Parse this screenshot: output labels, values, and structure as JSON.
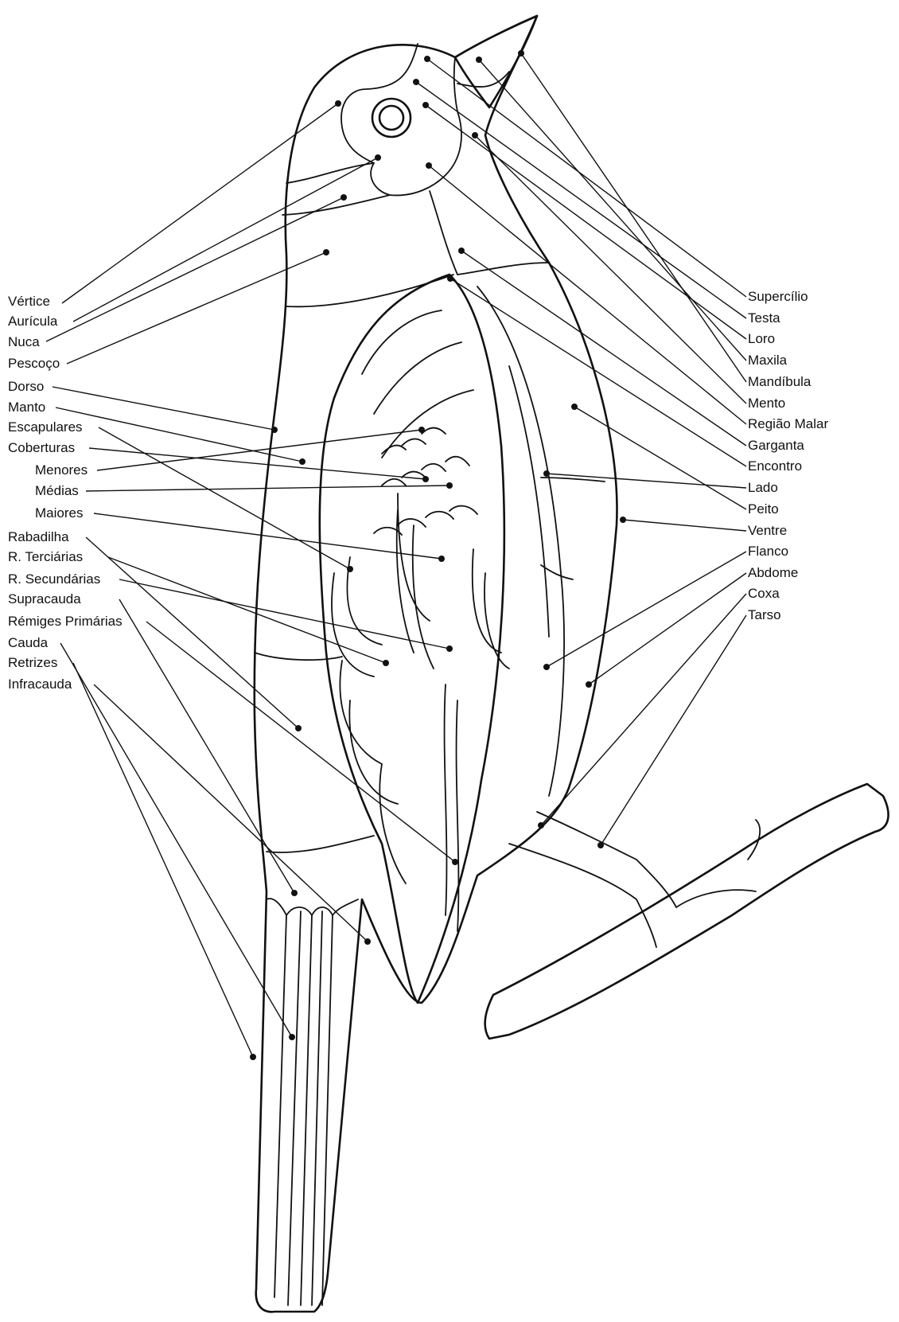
{
  "diagram": {
    "left_labels": [
      "Vértice",
      "Aurícula",
      "Nuca",
      "Pescoço",
      "Dorso",
      "Manto",
      "Escapulares",
      "Coberturas",
      "Menores",
      "Médias",
      "Maiores",
      "Rabadilha",
      "R. Terciárias",
      "R. Secundárias",
      "Supracauda",
      "Rémiges Primárias",
      "Cauda",
      "Retrizes",
      "Infracauda"
    ],
    "right_labels": [
      "Supercílio",
      "Testa",
      "Loro",
      "Maxila",
      "Mandíbula",
      "Mento",
      "Região Malar",
      "Garganta",
      "Encontro",
      "Lado",
      "Peito",
      "Ventre",
      "Flanco",
      "Abdome",
      "Coxa",
      "Tarso"
    ]
  }
}
